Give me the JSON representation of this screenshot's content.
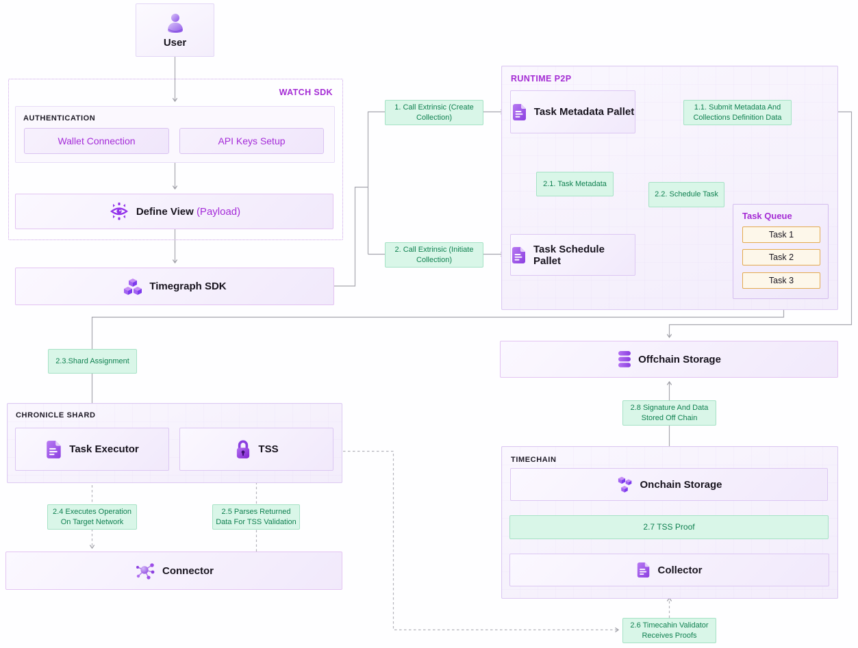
{
  "title": "Timegraph architecture diagram",
  "colors": {
    "accent_purple": "#a42bd4",
    "node_border": "#dcc7f3",
    "node_fill": "#f4edfc",
    "green_label_bg": "#d9f6e8",
    "green_label_border": "#a5e2c5",
    "green_label_text": "#0f8050",
    "queue_item_bg": "#fdf7ea",
    "queue_item_border": "#e3a94e",
    "wire_gray": "#a6a6ae",
    "text_dark": "#17131d"
  },
  "nodes": {
    "user": {
      "label": "User"
    },
    "watch_sdk": {
      "label": "WATCH SDK"
    },
    "authentication": {
      "label": "AUTHENTICATION",
      "wallet": "Wallet Connection",
      "api_keys": "API Keys Setup"
    },
    "define_view": {
      "label": "Define View",
      "suffix": "(Payload)"
    },
    "timegraph_sdk": {
      "label": "Timegraph SDK"
    },
    "runtime_p2p": {
      "label": "RUNTIME P2P"
    },
    "task_metadata_pallet": {
      "label": "Task Metadata Pallet"
    },
    "task_schedule_pallet": {
      "label": "Task Schedule Pallet"
    },
    "task_queue": {
      "label": "Task Queue",
      "tasks": [
        "Task 1",
        "Task 2",
        "Task 3"
      ]
    },
    "offchain_storage": {
      "label": "Offchain Storage"
    },
    "chronicle_shard": {
      "label": "CHRONICLE SHARD"
    },
    "task_executor": {
      "label": "Task Executor"
    },
    "tss": {
      "label": "TSS"
    },
    "connector": {
      "label": "Connector"
    },
    "timechain": {
      "label": "TIMECHAIN"
    },
    "onchain_storage": {
      "label": "Onchain Storage"
    },
    "collector": {
      "label": "Collector"
    }
  },
  "edges": {
    "e1": "1. Call Extrinsic (Create Collection)",
    "e2": "2. Call Extrinsic (Initiate Collection)",
    "e1_1": "1.1. Submit Metadata And Collections Definition Data",
    "e2_1": "2.1. Task Metadata",
    "e2_2": "2.2. Schedule Task",
    "e2_3": "2.3.Shard Assignment",
    "e2_4": "2.4 Executes Operation On Target Network",
    "e2_5": "2.5 Parses Returned Data For TSS Validation",
    "e2_6": "2.6 Timecahin Validator Receives Proofs",
    "e2_7": "2.7 TSS Proof",
    "e2_8": "2.8 Signature And Data Stored Off Chain"
  }
}
